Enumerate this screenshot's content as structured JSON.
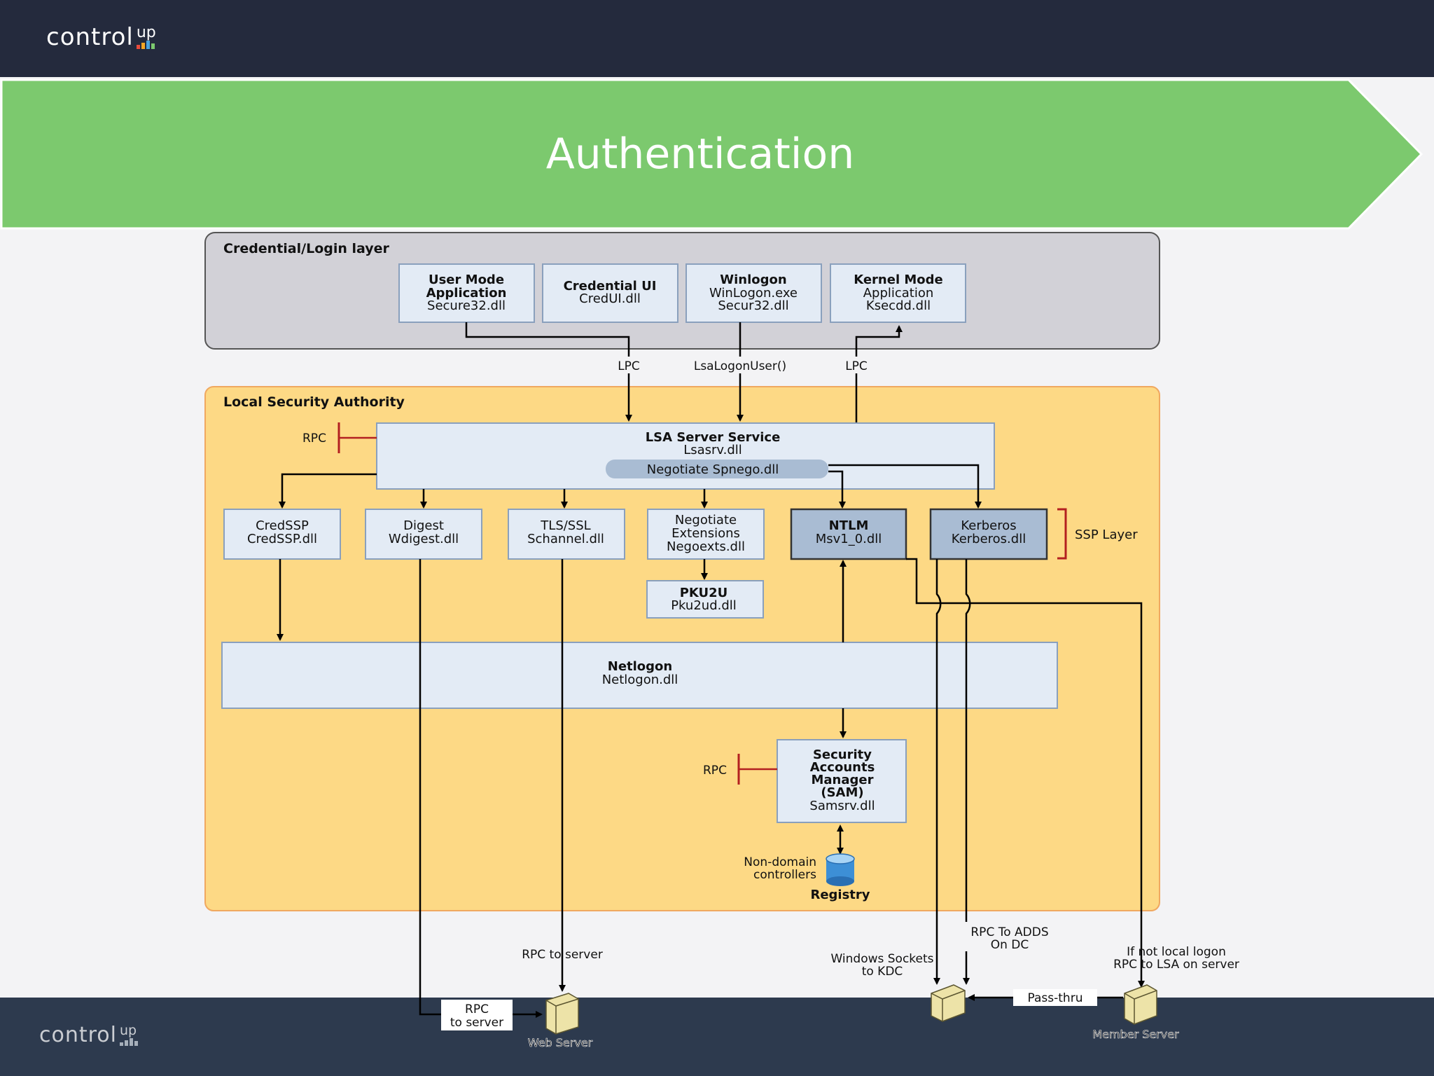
{
  "brand": {
    "word": "control",
    "up": "up"
  },
  "title": "Authentication",
  "colors": {
    "header_bg": "#242a3d",
    "banner_green": "#7cc96e",
    "lsa_fill": "#fdd985",
    "box_fill": "#e3ebf5",
    "box_dark": "#a9bcd3",
    "rpc_red": "#b32020",
    "footer_bg": "#2d3a4e"
  },
  "diagram": {
    "cred_layer": {
      "title": "Credential/Login layer",
      "boxes": [
        {
          "l1": "User Mode",
          "l2": "Application",
          "l3": "Secure32.dll"
        },
        {
          "l1": "Credential UI",
          "l2": "CredUI.dll"
        },
        {
          "l1": "Winlogon",
          "l2": "WinLogon.exe",
          "l3": "Secur32.dll"
        },
        {
          "l1": "Kernel Mode",
          "l2": "Application",
          "l3": "Ksecdd.dll"
        }
      ]
    },
    "connectors": {
      "lpc_left": "LPC",
      "lsa_logon": "LsaLogonUser()",
      "lpc_right": "LPC"
    },
    "lsa": {
      "title": "Local Security Authority",
      "rpc_label": "RPC",
      "server_service": {
        "title": "LSA Server Service",
        "file": "Lsasrv.dll",
        "negotiate": "Negotiate Spnego.dll"
      },
      "ssps": [
        {
          "l1": "CredSSP",
          "l2": "CredSSP.dll"
        },
        {
          "l1": "Digest",
          "l2": "Wdigest.dll"
        },
        {
          "l1": "TLS/SSL",
          "l2": "Schannel.dll"
        },
        {
          "l1": "Negotiate",
          "l2": "Extensions",
          "l3": "Negoexts.dll"
        },
        {
          "l1": "NTLM",
          "l2": "Msv1_0.dll"
        },
        {
          "l1": "Kerberos",
          "l2": "Kerberos.dll"
        }
      ],
      "ssp_layer": "SSP Layer",
      "pku2u": {
        "l1": "PKU2U",
        "l2": "Pku2ud.dll"
      },
      "netlogon": {
        "l1": "Netlogon",
        "l2": "Netlogon.dll"
      },
      "sam": {
        "l1": "Security",
        "l2": "Accounts",
        "l3": "Manager",
        "l4": "(SAM)",
        "l5": "Samsrv.dll",
        "rpc": "RPC"
      },
      "registry": {
        "note1": "Non-domain",
        "note2": "controllers",
        "label": "Registry"
      }
    },
    "bottom": {
      "rpc_to_server": "RPC to server",
      "rpc_box1": "RPC",
      "rpc_box2": "to server",
      "web_server": "Web Server",
      "win_sockets1": "Windows Sockets",
      "win_sockets2": "to KDC",
      "rpc_adds1": "RPC To ADDS",
      "rpc_adds2": "On DC",
      "local_logon1": "If not local logon",
      "local_logon2": "RPC to LSA  on server",
      "pass_thru": "Pass-thru",
      "member_server": "Member Server"
    }
  }
}
